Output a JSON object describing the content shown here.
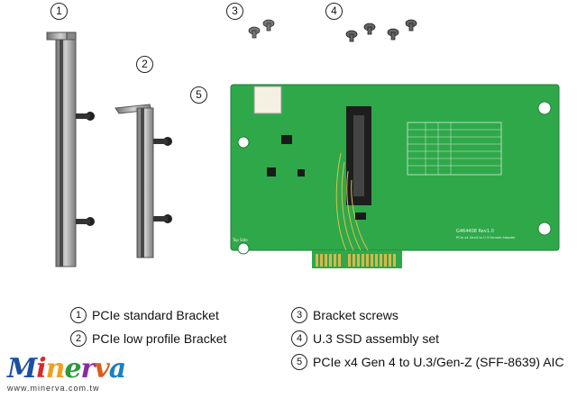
{
  "callouts": [
    "1",
    "2",
    "3",
    "4",
    "5"
  ],
  "board": {
    "model": "G464408 Rev1.0",
    "subtitle": "PCIe x4 Gen4 to U.3 Female Adapter",
    "side_label": "Top Side"
  },
  "legend": [
    {
      "num": "1",
      "label": "PCIe standard Bracket"
    },
    {
      "num": "2",
      "label": "PCIe low profile Bracket"
    },
    {
      "num": "3",
      "label": "Bracket screws"
    },
    {
      "num": "4",
      "label": "U.3 SSD assembly set"
    },
    {
      "num": "5",
      "label": "PCIe x4 Gen 4 to U.3/Gen-Z (SFF-8639) AIC"
    }
  ],
  "brand": {
    "logo_letters": [
      "M",
      "i",
      "n",
      "e",
      "r",
      "v",
      "a"
    ],
    "logo_colors": [
      "#1a4fa3",
      "#d42a2a",
      "#f0a020",
      "#2a9a3a",
      "#8a2aa0",
      "#e05a1a",
      "#1a7fc4"
    ],
    "url": "www.minerva.com.tw"
  },
  "colors": {
    "pcb": "#2fa84a",
    "pcb_dark": "#1d7c35",
    "metal": "#9a9a9a",
    "gold": "#d9b64a"
  }
}
